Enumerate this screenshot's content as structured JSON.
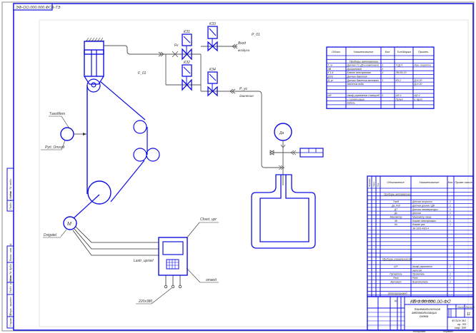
{
  "sheet": {
    "corner_stamp": "ЭФ-ОО.000.000.ФСА-ТЭ",
    "designation": "КБ-1.00.000.00-ФС",
    "title_lines": [
      "Кинематическая",
      "автоматизации",
      "схема"
    ],
    "sheet_label": "Лист",
    "sheets_label": "Листов",
    "sheets_count": "11",
    "org_lines": [
      "ФГБОУ ВО",
      "гр. ЭФ",
      "каф. ЭМ"
    ],
    "format_label": "Формат",
    "copy_label": "Копировал"
  },
  "diagram": {
    "labels": {
      "ft": "F_01",
      "rp": "Р_01",
      "valves": [
        "КЗ1",
        "КЗ2",
        "КЗ3",
        "КЗ4"
      ],
      "fv": "Fv",
      "air_in": "Вход",
      "air_in_sub": "воздуха",
      "pressure_out": "Р_ус",
      "pressure_out_sub": "давления",
      "sensor": "Дв",
      "rope_sensor": "ТахоМет",
      "wind_label": "Руд_Отход",
      "motor": "М",
      "motor_label": "Dvigatel",
      "cabinet_label": "Chast_upr",
      "cable_label": "Lastr_upravl",
      "ground_label": "отвод",
      "power_label": "220x380"
    }
  },
  "equipment_table": {
    "headers": [
      "Обозн.",
      "Наименование",
      "Кол.",
      "Тип/Марка",
      "Примеч."
    ],
    "section": "Приборы автоматики",
    "rows": [
      [
        "Т_м",
        "Датчик ТС-Д5 в комплекте",
        "1",
        "ТСД-5",
        "Изм. скорости"
      ],
      [
        "ЭВ",
        "Дискретный",
        "1",
        "",
        ""
      ],
      [
        "К 1-4",
        "Клапан электромагн.",
        "4",
        "ЭМ-80-10",
        ""
      ],
      [
        "Д КЗ",
        "Датчик давления",
        "",
        "",
        ""
      ],
      [
        "Д_ус",
        "Датчик давления автомат.",
        "1",
        "КЭ-1",
        "Д-Н-20"
      ],
      [
        "",
        "давления воды",
        "",
        "",
        "Д-Н-20"
      ],
      [
        "",
        "",
        "",
        "",
        ""
      ],
      [
        "",
        "",
        "",
        "",
        ""
      ],
      [
        "ШУ",
        "Шкаф управления станцией",
        "1",
        "ШУ-1",
        "ЩУ-1"
      ],
      [
        "",
        "и сигнализации",
        "",
        "Пульт",
        "в. Щит"
      ],
      [
        "",
        "Кабель",
        "",
        "",
        ""
      ]
    ]
  },
  "spec_table": {
    "headers": [
      "Формат",
      "Зона",
      "Поз.",
      "Обозначение",
      "Наименование",
      "Кол.",
      "Приме-чание"
    ],
    "sections": [
      {
        "title": "Приборы автоматики",
        "rows": [
          [
            "ТахМ",
            "Датчик скорости",
            "1"
          ],
          [
            "Дв_Ред",
            "Датчик уровня / ДВ",
            "1"
          ],
          [
            "ДТ",
            "Датчик температуры",
            "1"
          ],
          [
            "Дк",
            "Датчик",
            "1"
          ],
          [
            "Манометр",
            "Манометр показ.",
            "1"
          ],
          [
            "ЭК",
            "Клапан электромагн.",
            "1"
          ],
          [
            "Кл",
            "Клапан рег.",
            "1"
          ],
          [
            "",
            "ЭК-1/КЗ-4/КЗ-4",
            ""
          ]
        ]
      },
      {
        "title": "Приборы управления ШУ",
        "rows": [
          [
            "ШУ",
            "Шкаф управления",
            "1"
          ],
          [
            "",
            "насосом",
            ""
          ],
          [
            "Пускатель",
            "Пускатель",
            "1"
          ],
          [
            "Реле",
            "Реле",
            "1"
          ],
          [
            "Автомат",
            "Выключатель",
            "1"
          ]
        ]
      },
      {
        "title": "Электропривод",
        "rows": [
          [
            "АД",
            "Электродвигатель",
            "1"
          ]
        ]
      }
    ]
  },
  "left_strip": {
    "labels": [
      "Инв. № подл.",
      "Подп. и дата",
      "Взам. инв. №",
      "Инв. № дубл.",
      "Подп. и дата",
      "Перв. примен.",
      "Справ. №"
    ]
  }
}
